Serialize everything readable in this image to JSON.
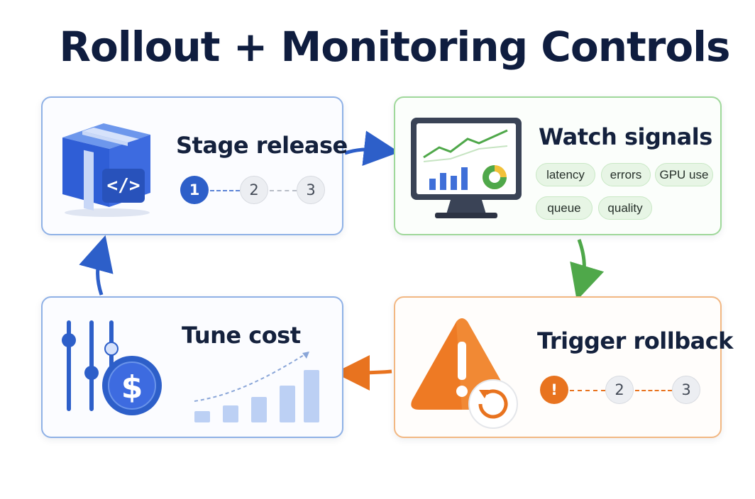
{
  "title": "Rollout + Monitoring Controls",
  "stage": {
    "title": "Stage release",
    "steps": [
      "1",
      "2",
      "3"
    ],
    "icon": "package-code-icon"
  },
  "watch": {
    "title": "Watch signals",
    "chips": [
      "latency",
      "errors",
      "GPU use",
      "queue",
      "quality"
    ],
    "icon": "monitor-chart-icon"
  },
  "rollback": {
    "title": "Trigger rollback",
    "steps": [
      "!",
      "2",
      "3"
    ],
    "icon": "warning-rollback-icon"
  },
  "tune": {
    "title": "Tune cost",
    "icon": "sliders-dollar-icon"
  },
  "colors": {
    "blue": "#2d5fc9",
    "green": "#4fa84a",
    "orange": "#e8731f",
    "navy": "#0f1d3f"
  }
}
